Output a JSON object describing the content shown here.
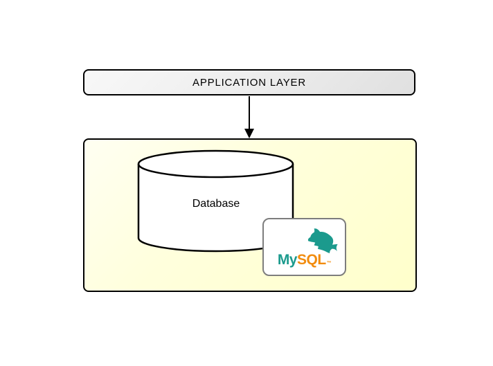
{
  "application_layer": {
    "label": "APPLICATION LAYER"
  },
  "database_layer": {
    "database": {
      "label": "Database"
    },
    "mysql": {
      "word_my": "My",
      "word_sql": "SQL",
      "trademark": "™"
    }
  },
  "icons": {
    "down_arrow": "down-arrow-icon",
    "database_cylinder": "database-cylinder-icon",
    "mysql_dolphin": "mysql-dolphin-icon"
  },
  "colors": {
    "background": "#ffffff",
    "box_border": "#000000",
    "app_box_fill_start": "#f8f8f8",
    "app_box_fill_end": "#e0e0e0",
    "db_box_fill_start": "#fffff2",
    "db_box_fill_end": "#ffffcb",
    "cylinder_fill": "#ffffff",
    "card_fill": "#ffffff",
    "card_border": "#7d7d7d",
    "mysql_teal": "#1b9a8d",
    "mysql_orange": "#f28c0e"
  }
}
